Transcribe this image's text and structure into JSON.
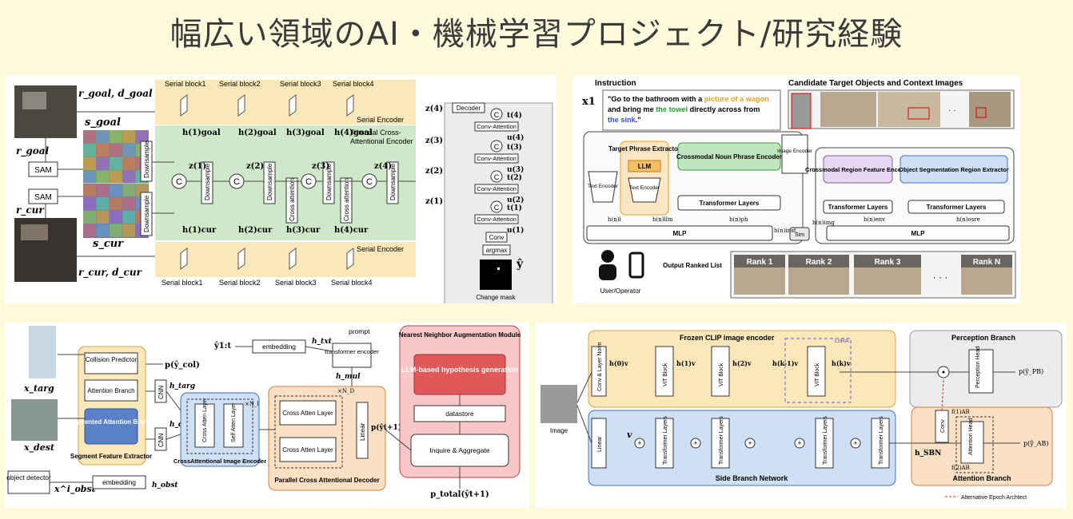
{
  "page": {
    "title": "幅広い領域のAI・機械学習プロジェクト/研究経験"
  },
  "panel1": {
    "serial_blocks_top": [
      "Serial block1",
      "Serial block2",
      "Serial block3",
      "Serial block4"
    ],
    "serial_blocks_bottom": [
      "Serial block1",
      "Serial block2",
      "Serial block3",
      "Serial block4"
    ],
    "serial_encoder_top": "Serial Encoder",
    "serial_encoder_bottom": "Serial Encoder",
    "trimodal_label_1": "Trimodal Cross-",
    "trimodal_label_2": "Attentional Encoder",
    "sam_top": "SAM",
    "sam_bottom": "SAM",
    "downsample": "Downsample",
    "cross_attention": "Cross attention",
    "decoder": "Decoder",
    "conv_attention": "Conv-Attention",
    "conv": "Conv",
    "argmax": "argmax",
    "change_mask": "Change mask",
    "r_goal_d_goal": "r_goal, d_goal",
    "s_goal": "s_goal",
    "r_goal": "r_goal",
    "r_cur": "r_cur",
    "s_cur": "s_cur",
    "r_cur_d_cur": "r_cur, d_cur",
    "z1": "z(1)",
    "z2": "z(2)",
    "z3": "z(3)",
    "z4": "z(4)",
    "h_goal": [
      "h(1)goal",
      "h(2)goal",
      "h(3)goal",
      "h(4)goal"
    ],
    "h_cur": [
      "h(1)cur",
      "h(2)cur",
      "h(3)cur",
      "h(4)cur"
    ],
    "t_labels": [
      "t(4)",
      "t(3)",
      "t(2)",
      "t(1)"
    ],
    "u_labels": [
      "u(4)",
      "u(3)",
      "u(2)",
      "u(1)"
    ],
    "y_hat": "ŷ"
  },
  "panel2": {
    "instruction_header": "Instruction",
    "x1": "x1",
    "instr_pre": "\"Go to the bathroom with a ",
    "instr_orange": "picture of a wagon",
    "instr_mid": " and bring me ",
    "instr_green": "the towel",
    "instr_mid2": " directly across from ",
    "instr_blue": "the sink",
    "instr_end": ".\"",
    "candidate_header": "Candidate Target Objects and Context Images",
    "target_phrase_extractor": "Target Phrase Extractor",
    "llm": "LLM",
    "text_encoder": "Text Encoder",
    "crossmodal_noun": "Crossmodal Noun Phrase Encoder",
    "transformer_layers": "Transformer Layers",
    "image_encoder": "Image Encoder",
    "crossmodal_region": "Crossmodal Region Feature Encoder",
    "object_segmentation": "Object Segmentation Region Extractor",
    "mlp": "MLP",
    "sim": "Sim",
    "output_ranked_list": "Output Ranked List",
    "user_operator": "User/Operator",
    "ranks": [
      "Rank 1",
      "Rank 2",
      "Rank 3",
      "· · ·",
      "Rank N"
    ],
    "h_inst": "h(n)inst",
    "h_img": "h(n)img",
    "h_env": "h(n)env",
    "h_osre": "h(n)osre",
    "h_l": "h(n)l",
    "h_llm": "h(n)llm",
    "h_ph": "h(n)ph"
  },
  "panel3": {
    "x_targ": "x_targ",
    "x_dest": "x_dest",
    "object_detector": "object detector",
    "x_obst": "x^i_obst",
    "collision_predictor": "Collision Predictor",
    "attention_branch": "Attention Branch",
    "segmented_attention_branch": "Segmented Attention Branch",
    "segment_feature_extractor": "Segment Feature Extractor",
    "cnn": "CNN",
    "h_targ": "h_targ",
    "h_dest": "h_dest",
    "p_col": "p(ŷ_col)",
    "embedding": "embedding",
    "h_obst": "h_obst",
    "y_1t": "ŷ1:t",
    "embedding2": "embedding",
    "h_txt": "h_txt",
    "transformer_encoder": "transformer encoder",
    "h_mul": "h_mul",
    "prompt": "prompt",
    "cross_atten_layer": "Cross Atten Layer",
    "self_atten_layer": "Self Atten Layer",
    "cross_attentional_image_encoder": "CrossAttentional Image Encoder",
    "nl": "×N_l",
    "nd": "×N_D",
    "cross_atten_layer_dec1": "Cross Atten Layer",
    "cross_atten_layer_dec2": "Cross Atten Layer",
    "linear": "Linear",
    "parallel_decoder": "Parallel Cross Attentional Decoder",
    "p_yt1": "p(ŷt+1)",
    "nn_module": "Nearest Neighbor Augmentation Module",
    "llm_hypothesis": "LLM-based hypothesis generation",
    "datastore": "datastore",
    "inquire_aggregate": "Inquire & Aggregate",
    "p_total": "p_total(ŷt+1)"
  },
  "panel4": {
    "frozen_clip": "Frozen CLIP image encoder",
    "lora": "LoRA",
    "perception_branch": "Perception Branch",
    "perception_head": "Perception Head",
    "p_pb": "p(ŷ_PB)",
    "image_label": "Image",
    "conv_layer_norm": "Conv & Layer Norm",
    "vit_block": "ViT Block",
    "hv": [
      "h(0)v",
      "h(1)v",
      "h(2)v",
      "h(k-1)v",
      "h(k)v"
    ],
    "linear": "Linear",
    "v": "v",
    "transformer_layers": "Transformer Layers",
    "side_branch": "Side Branch Network",
    "h_sbn": "h_SBN",
    "conv": "Conv",
    "f1_ab": "f(1)AB",
    "f2_ab": "f(2)AB",
    "attention_head": "Attention Head",
    "p_ab": "p(ŷ_AB)",
    "attention_branch": "Attention Branch",
    "legend": "Alternative Epoch Archtect"
  }
}
